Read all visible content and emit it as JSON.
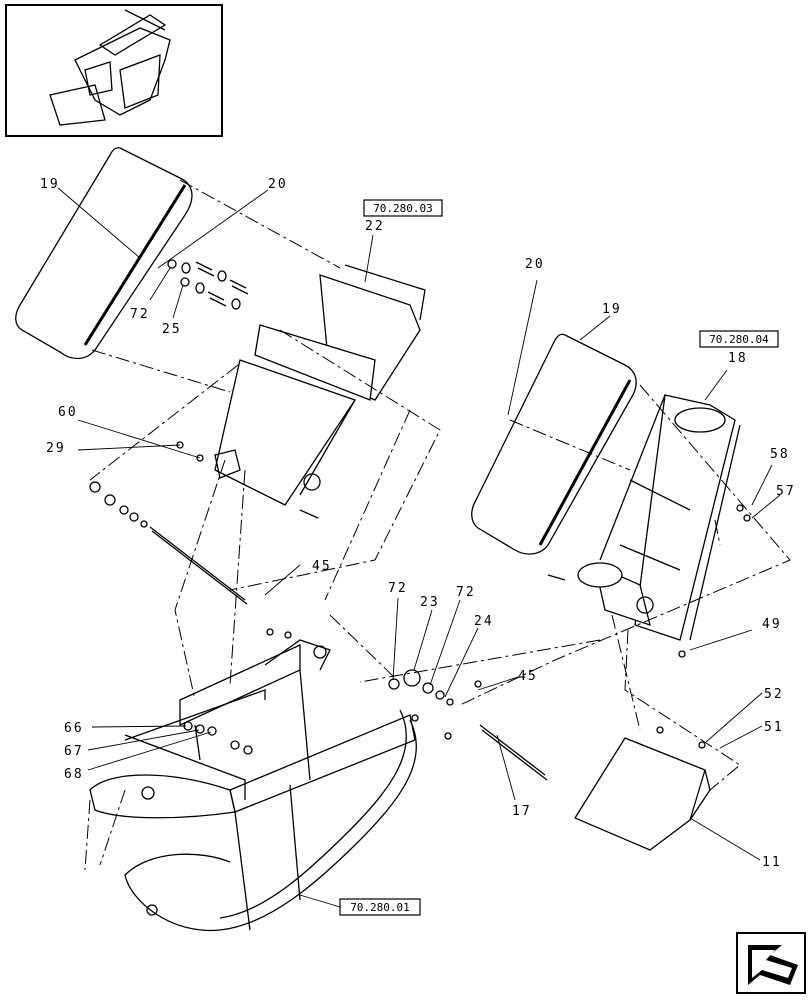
{
  "callouts": [
    {
      "id": "c19a",
      "text": "19"
    },
    {
      "id": "c20a",
      "text": "20"
    },
    {
      "id": "c72a",
      "text": "72"
    },
    {
      "id": "c25",
      "text": "25"
    },
    {
      "id": "c22",
      "text": "22"
    },
    {
      "id": "c60",
      "text": "60"
    },
    {
      "id": "c29",
      "text": "29"
    },
    {
      "id": "c45a",
      "text": "45"
    },
    {
      "id": "c20b",
      "text": "20"
    },
    {
      "id": "c19b",
      "text": "19"
    },
    {
      "id": "c18",
      "text": "18"
    },
    {
      "id": "c58",
      "text": "58"
    },
    {
      "id": "c57",
      "text": "57"
    },
    {
      "id": "c49",
      "text": "49"
    },
    {
      "id": "c72b",
      "text": "72"
    },
    {
      "id": "c23",
      "text": "23"
    },
    {
      "id": "c72c",
      "text": "72"
    },
    {
      "id": "c24",
      "text": "24"
    },
    {
      "id": "c45b",
      "text": "45"
    },
    {
      "id": "c17",
      "text": "17"
    },
    {
      "id": "c66",
      "text": "66"
    },
    {
      "id": "c67",
      "text": "67"
    },
    {
      "id": "c68",
      "text": "68"
    },
    {
      "id": "c52",
      "text": "52"
    },
    {
      "id": "c51",
      "text": "51"
    },
    {
      "id": "c11",
      "text": "11"
    }
  ],
  "refs": {
    "ref_top": "70.280.03",
    "ref_right": "70.280.04",
    "ref_bottom": "70.280.01"
  },
  "icons": {
    "thumbnail": "assembly-thumbnail",
    "nav": "next-page-arrow-icon"
  }
}
